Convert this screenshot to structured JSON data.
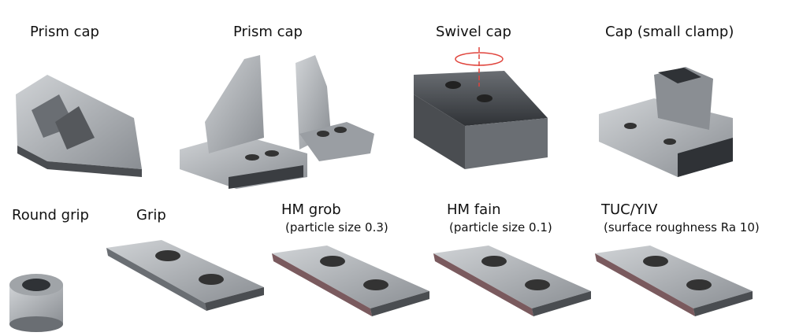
{
  "products": [
    {
      "label": "Prism cap"
    },
    {
      "label": "Prism cap"
    },
    {
      "label": "Swivel cap"
    },
    {
      "label": "Cap (small clamp)"
    },
    {
      "label": "Round grip"
    },
    {
      "label": "Grip"
    },
    {
      "label": "HM grob",
      "sublabel": "(particle size 0.3)"
    },
    {
      "label": "HM fain",
      "sublabel": "(particle size 0.1)"
    },
    {
      "label": "TUC/YIV",
      "sublabel": "(surface roughness Ra 10)"
    }
  ],
  "colors": {
    "metal_light": "#b9bcc0",
    "metal_mid": "#8a8e93",
    "metal_dark": "#3a3d41",
    "rotation_arrow": "#e0443c",
    "coating": "#7a5a5e"
  }
}
